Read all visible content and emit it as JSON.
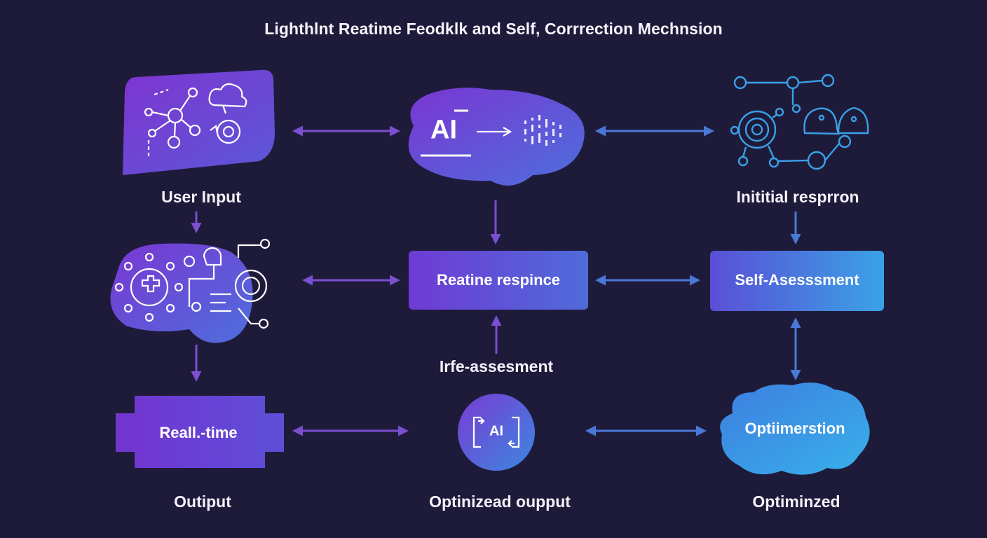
{
  "title": "Lighthlnt Reatime Feodklk and Self, Corrrection Mechnsion",
  "colors": {
    "background": "#1e1b3a",
    "purple": "#7b3fd4",
    "indigo": "#5a52d6",
    "blue": "#3f8de0",
    "cyan": "#36a8e8",
    "arrow_purple": "#7a4fd0",
    "arrow_blue": "#4a78d8"
  },
  "nodes": {
    "user_input": {
      "label": "User Input",
      "icon": "network-cloud-icon"
    },
    "ai_core": {
      "badge": "AI",
      "icon": "ai-signal-icon"
    },
    "initial_response": {
      "label": "Inititial resprron",
      "icon": "network-people-icon"
    },
    "process": {
      "icon": "circuit-gear-icon"
    },
    "realtime_response": {
      "text": "Reatine respince"
    },
    "self_assessment": {
      "text": "Self-Asesssment"
    },
    "realtime": {
      "text": "Reall.-time",
      "label": "Outiput"
    },
    "ai_circle": {
      "badge": "AI",
      "label": "Optinizead oupput"
    },
    "optimization": {
      "text": "Optiimerstion",
      "label": "Optiminzed"
    },
    "re_assessment": {
      "label": "Irfe-assesment"
    }
  }
}
